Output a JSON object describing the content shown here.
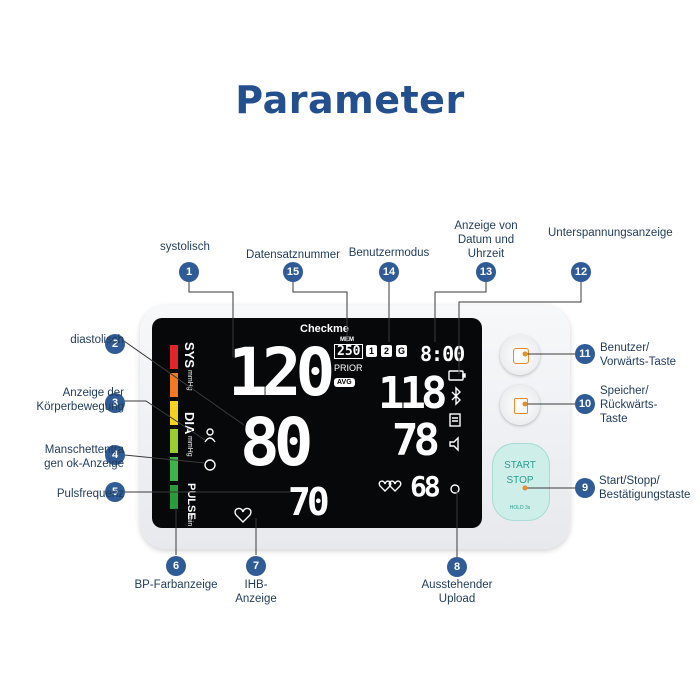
{
  "title": "Parameter",
  "device": {
    "brand": "Checkme",
    "sys_label": "SYS",
    "dia_label": "DIA",
    "pulse_label": "PULSE",
    "unit_mmhg": "mmHg",
    "unit_min": "/min",
    "sys_value": "120",
    "dia_value": "80",
    "pulse_value": "70",
    "mem_label": "MEM",
    "mem_value": "250",
    "prior_label": "PRIOR",
    "avg_label": "AVG",
    "users": [
      "1",
      "2",
      "G"
    ],
    "time": "8:00",
    "mem_sys": "118",
    "mem_dia": "78",
    "mem_pulse": "68",
    "start_label": "START",
    "stop_label": "STOP",
    "hold_label": "HOLD 3s",
    "bp_colors": [
      "#e0262b",
      "#f07a22",
      "#f5d11f",
      "#9bcc2d",
      "#3fb34a",
      "#2a9a3c"
    ]
  },
  "callouts": [
    {
      "num": "1",
      "label": "systolisch"
    },
    {
      "num": "2",
      "label": "diastolisch"
    },
    {
      "num": "3",
      "label": "Anzeige der Körperbewegung"
    },
    {
      "num": "4",
      "label": "Manschettentra gen ok-Anzeige"
    },
    {
      "num": "5",
      "label": "Pulsfrequenz"
    },
    {
      "num": "6",
      "label": "BP-Farbanzeige"
    },
    {
      "num": "7",
      "label": "IHB-Anzeige"
    },
    {
      "num": "8",
      "label": "Ausstehender Upload"
    },
    {
      "num": "9",
      "label": "Start/Stopp/ Bestätigungstaste"
    },
    {
      "num": "10",
      "label": "Speicher/ Rückwärts-Taste"
    },
    {
      "num": "11",
      "label": "Benutzer/ Vorwärts-Taste"
    },
    {
      "num": "12",
      "label": "Unterspannungsanzeige"
    },
    {
      "num": "13",
      "label": "Anzeige von Datum und Uhrzeit"
    },
    {
      "num": "14",
      "label": "Benutzermodus"
    },
    {
      "num": "15",
      "label": "Datensatznummer"
    }
  ],
  "label_lines": {
    "c3": [
      "Anzeige der",
      "Körperbewegung"
    ],
    "c4": [
      "Manschettentra",
      "gen ok-Anzeige"
    ],
    "c7": [
      "IHB-",
      "Anzeige"
    ],
    "c8": [
      "Ausstehender",
      "Upload"
    ],
    "c9": [
      "Start/Stopp/",
      "Bestätigungstaste"
    ],
    "c10": [
      "Speicher/",
      "Rückwärts-",
      "Taste"
    ],
    "c11": [
      "Benutzer/",
      "Vorwärts-Taste"
    ],
    "c13": [
      "Anzeige von",
      "Datum und",
      "Uhrzeit"
    ]
  }
}
